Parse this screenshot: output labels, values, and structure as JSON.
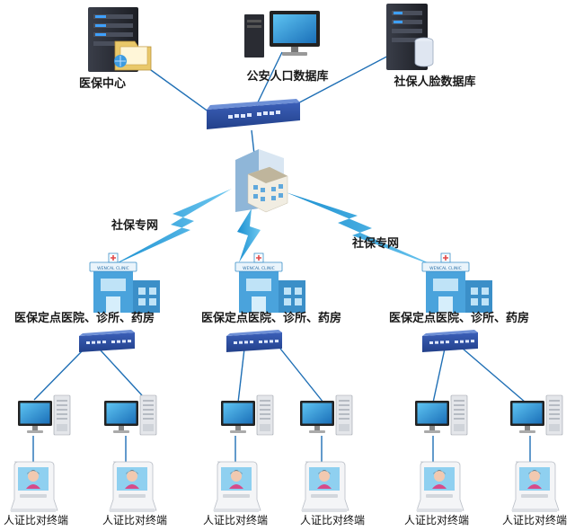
{
  "top": {
    "medical_center": "医保中心",
    "police_db": "公安人口数据库",
    "social_face_db": "社保人脸数据库"
  },
  "network_label_left": "社保专网",
  "network_label_right": "社保专网",
  "clinic_sign": "WENCAL CLINIC",
  "branches": [
    {
      "label": "医保定点医院、诊所、药房",
      "terminals": [
        "人证比对终端",
        "人证比对终端"
      ]
    },
    {
      "label": "医保定点医院、诊所、药房",
      "terminals": [
        "人证比对终端",
        "人证比对终端"
      ]
    },
    {
      "label": "医保定点医院、诊所、药房",
      "terminals": [
        "人证比对终端",
        "人证比对终端"
      ]
    }
  ],
  "colors": {
    "line": "#1f6fb5",
    "lightning": "#2f9bd6",
    "switch": "#2a4c9c",
    "clinic": "#4aa3dc",
    "server": "#2c2f38"
  }
}
